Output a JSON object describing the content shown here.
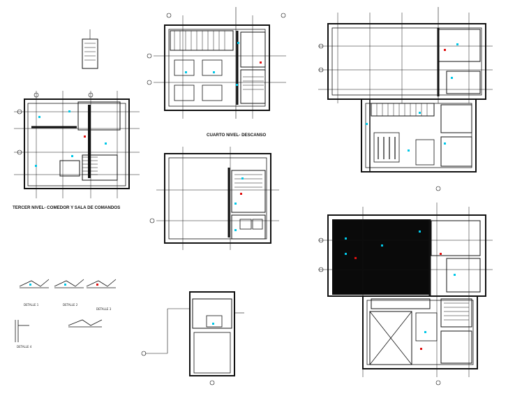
{
  "titles": {
    "tercer_nivel": "TERCER NIVEL- COMEDOR Y SALA DE COMANDOS",
    "cuarto_nivel": "CUARTO NIVEL- DESCANSO"
  },
  "details": {
    "d1_label": "DETALLE 1",
    "d2_label": "DETALLE 2",
    "d3_label": "DETALLE 3",
    "d4_label": "DETALLE 4"
  },
  "colors": {
    "line": "#111111",
    "accent_cyan": "#00c8e8",
    "accent_red": "#e01010",
    "fill_dark": "#0a0a0a"
  }
}
